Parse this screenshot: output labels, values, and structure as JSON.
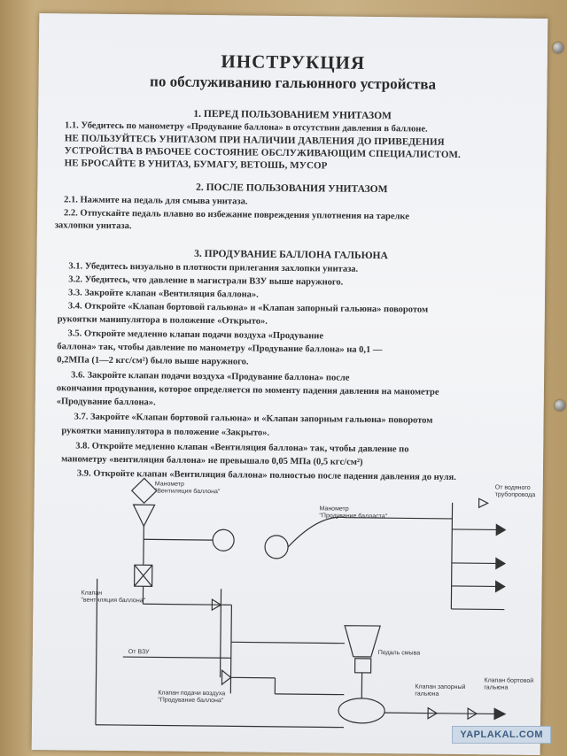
{
  "doc": {
    "title": "ИНСТРУКЦИЯ",
    "subtitle": "по обслуживанию гальюнного устройства",
    "s1_head": "1.   ПЕРЕД ПОЛЬЗОВАНИЕМ  УНИТАЗОМ",
    "s1_l1": "1.1. Убедитесь по манометру «Продувание баллона» в отсутствии давления в баллоне.",
    "s1_l2": "НЕ ПОЛЬЗУЙТЕСЬ УНИТАЗОМ ПРИ НАЛИЧИИ ДАВЛЕНИЯ ДО ПРИВЕДЕНИЯ",
    "s1_l3": "УСТРОЙСТВА В РАБОЧЕЕ СОСТОЯНИЕ ОБСЛУЖИВАЮЩИМ СПЕЦИАЛИСТОМ.",
    "s1_l4": "НЕ БРОСАЙТЕ В УНИТАЗ, БУМАГУ, ВЕТОШЬ, МУСОР",
    "s2_head": "2. ПОСЛЕ ПОЛЬЗОВАНИЯ  УНИТАЗОМ",
    "s2_l1": "2.1.  Нажмите на педаль для смыва унитаза.",
    "s2_l2": "2.2.  Отпускайте педаль плавно во избежание повреждения уплотнения  на тарелке",
    "s2_l3": "захлопки унитаза.",
    "s3_head": "3. ПРОДУВАНИЕ БАЛЛОНА  ГАЛЬЮНА",
    "s3_l1": "3.1.  Убедитесь визуально в плотности прилегания захлопки унитаза.",
    "s3_l2": "3.2.  Убедитесь, что давление в магистрали ВЗУ выше наружного.",
    "s3_l3": "3.3.  Закройте клапан «Вентиляция баллона».",
    "s3_l4": "3.4.  Откройте «Клапан бортовой гальюна» и «Клапан запорный гальюна» поворотом",
    "s3_l5": "рукоятки манипулятора в положение «Открыто».",
    "s3_l6": "3.5. Откройте медленно клапан подачи воздуха «Продувание",
    "s3_l7": "баллона» так, чтобы давление по манометру  «Продувание баллона» на 0,1 —",
    "s3_l8": "0,2МПа (1—2 кгс/см²) было выше наружного.",
    "s3_l9": "3.6.  Закройте клапан подачи воздуха «Продувание баллона» после",
    "s3_l10": "окончания продувания, которое определяется по моменту падения давления на манометре",
    "s3_l11": "«Продувание баллона».",
    "s3_l12": "3.7.  Закройте «Клапан бортовой гальюна» и «Клапан запорным гальюна» поворотом",
    "s3_l13": "рукоятки манипулятора в положение «Закрыто».",
    "s3_l14": "3.8. Откройте медленно  клапан «Вентиляция баллона» так, чтобы давление по",
    "s3_l15": "манометру «вентиляция баллона» не превышало 0,05 МПа (0,5 кгс/см²)",
    "s3_l16": "3.9. Откройте клапан «Вентиляция баллона» полностью после падения давления до нуля."
  },
  "diagram": {
    "manometer_vent_1": "Манометр",
    "manometer_vent_2": "\"Вентиляция баллона\"",
    "manometer_purge_1": "Манометр",
    "manometer_purge_2": "\"Продувание балласта\"",
    "from_water_1": "От водяного",
    "from_water_2": "трубопровода",
    "valve_vent_1": "Клапан",
    "valve_vent_2": "\"вентиляция баллона\"",
    "pedal": "Педаль смыва",
    "from_vzu": "От ВЗУ",
    "valve_air_1": "Клапан подачи воздуха",
    "valve_air_2": "\"Продувание баллона\"",
    "valve_lock_1": "Клапан запорный",
    "valve_lock_2": "гальюна",
    "valve_side_1": "Клапан бортовой",
    "valve_side_2": "гальюна"
  },
  "watermark": "YAPLAKAL.COM"
}
